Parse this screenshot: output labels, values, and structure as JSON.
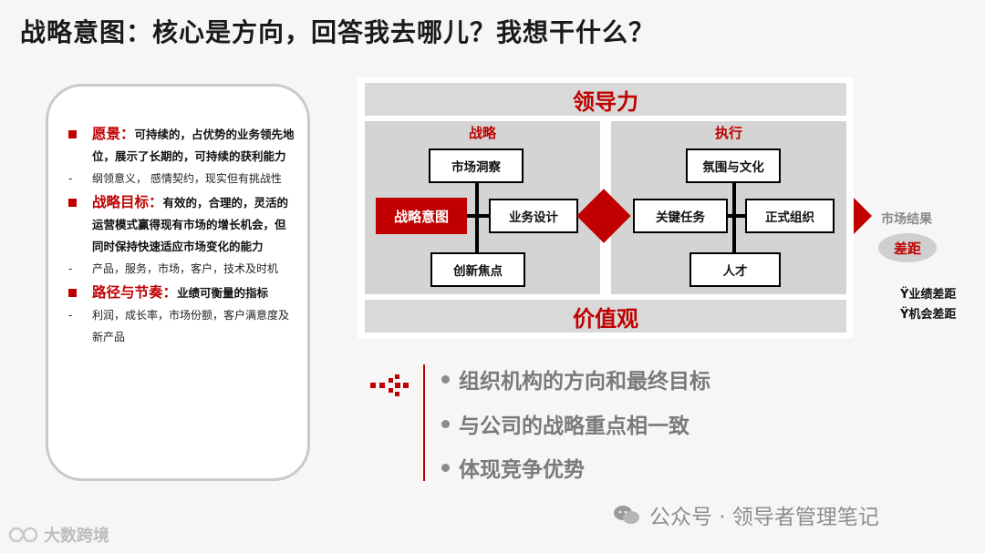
{
  "title": "战略意图：核心是方向，回答我去哪儿？我想干什么？",
  "left_panel": {
    "items": [
      {
        "head": "愿景：",
        "text": "可持续的，占优势的业务领先地位，展示了长期的，可持续的获利能力",
        "sub": "纲领意义， 感情契约，现实但有挑战性"
      },
      {
        "head": "战略目标：",
        "text": "有效的，合理的，灵活的运营模式赢得现有市场的增长机会，但同时保持快速适应市场变化的能力",
        "sub": "产品，服务，市场，客户，技术及时机"
      },
      {
        "head": "路径与节奏：",
        "text": "业绩可衡量的指标",
        "sub": "利润，成长率，市场份额，客户满意度及新产品"
      }
    ]
  },
  "diagram": {
    "top_bar": "领导力",
    "bottom_bar": "价值观",
    "strategy": {
      "title": "战略",
      "top": "市场洞察",
      "left": "战略意图",
      "right": "业务设计",
      "bottom": "创新焦点"
    },
    "execution": {
      "title": "执行",
      "top": "氛围与文化",
      "left": "关键任务",
      "right": "正式组织",
      "bottom": "人才"
    },
    "market": {
      "title": "市场结果",
      "gap": "差距",
      "gaps": [
        "Ÿ业绩差距",
        "Ÿ机会差距"
      ]
    }
  },
  "bullets": [
    "组织机构的方向和最终目标",
    "与公司的战略重点相一致",
    "体现竞争优势"
  ],
  "watermark_right": "公众号 · 领导者管理笔记",
  "watermark_left": "大数跨境",
  "colors": {
    "accent": "#c00000",
    "bar": "#d9d9d9",
    "panel": "#d4d4d4"
  }
}
